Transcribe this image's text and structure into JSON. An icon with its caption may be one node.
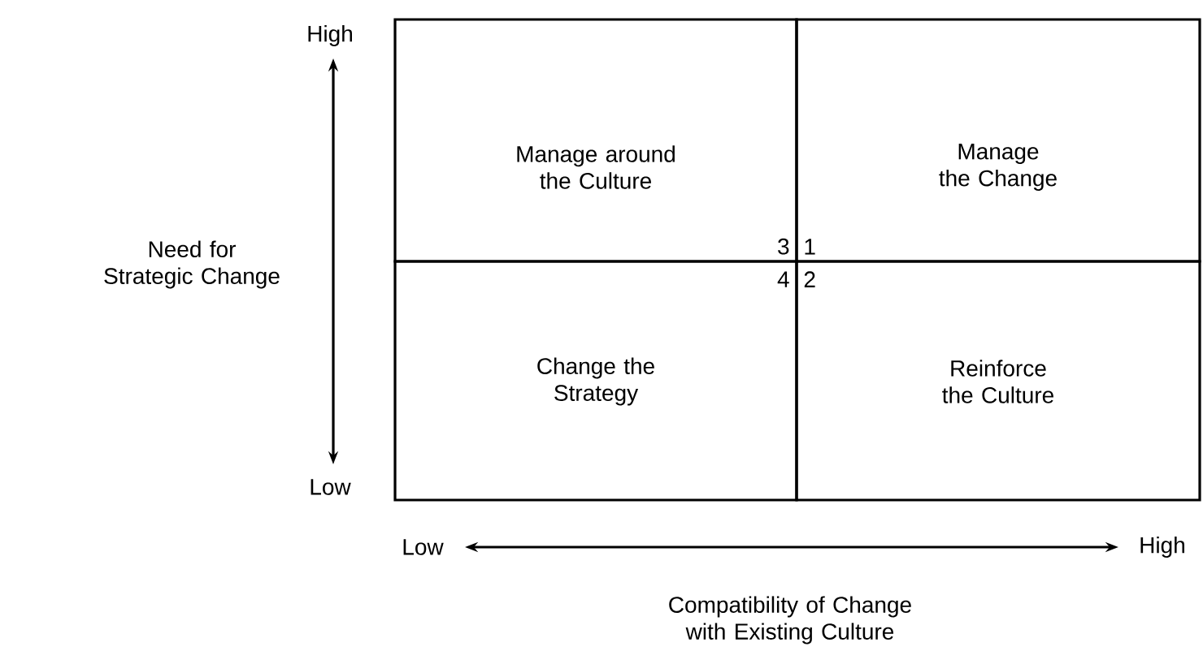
{
  "diagram": {
    "nodes": [
      {
        "text": [
          "Manage around the Culture",
          "3"
        ]
      },
      {
        "text": [
          "Manage the Change",
          "1"
        ]
      },
      {
        "text": [
          "Change the Strategy",
          "4"
        ]
      },
      {
        "text": [
          "Reinforce the Culture",
          "2"
        ]
      }
    ],
    "labels": [
      "High",
      "Need for Strategic Change",
      "Low",
      "Low",
      "High",
      "Compatibility of Change with Existing Culture"
    ]
  }
}
